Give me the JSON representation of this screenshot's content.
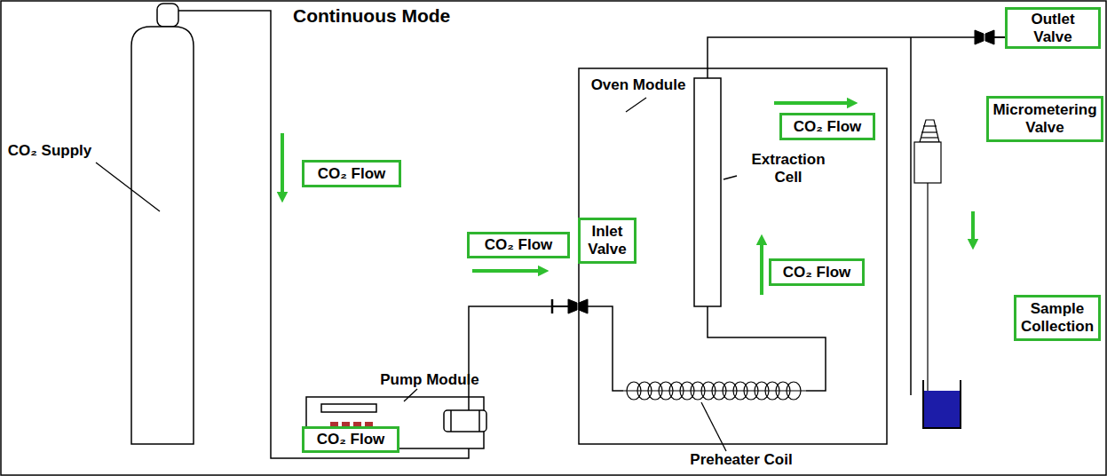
{
  "diagram": {
    "title": "Continuous Mode",
    "nodes": [
      {
        "text": [
          "Outlet Valve"
        ]
      },
      {
        "text": [
          "CO₂ Flow"
        ]
      },
      {
        "text": [
          "Micrometering Valve"
        ]
      },
      {
        "text": [
          "CO₂ Flow"
        ]
      },
      {
        "text": [
          "Inlet Valve"
        ]
      },
      {
        "text": [
          "CO₂ Flow"
        ]
      },
      {
        "text": [
          "CO₂ Flow"
        ]
      },
      {
        "text": [
          "Sample Collection"
        ]
      },
      {
        "text": [
          "CO₂ Flow"
        ]
      }
    ],
    "labels": [
      "Oven Module",
      "CO₂ Supply",
      "Extraction Cell",
      "Pump Module",
      "Preheater Coil"
    ]
  }
}
